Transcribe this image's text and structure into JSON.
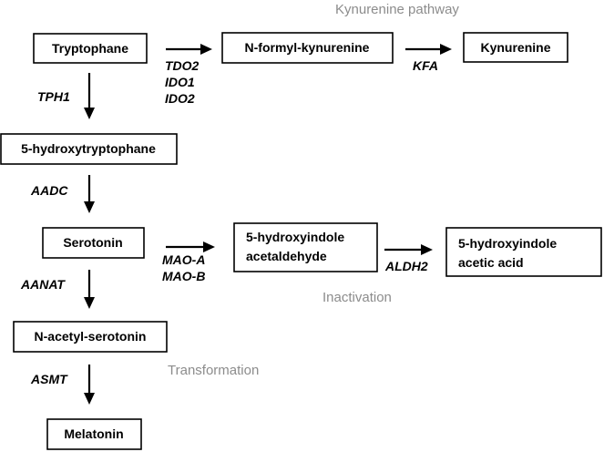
{
  "sections": {
    "kynurenine": "Kynurenine  pathway",
    "inactivation": "Inactivation",
    "transformation": "Transformation"
  },
  "nodes": {
    "tryptophane": "Tryptophane",
    "n_formyl_kynurenine": "N-formyl-kynurenine",
    "kynurenine": "Kynurenine",
    "hydroxytryptophane": "5-hydroxytryptophane",
    "serotonin": "Serotonin",
    "hiaa_aldehyde_line1": "5-hydroxyindole",
    "hiaa_aldehyde_line2": "acetaldehyde",
    "hiaa_acid_line1": "5-hydroxyindole",
    "hiaa_acid_line2": "acetic acid",
    "n_acetyl_serotonin": "N-acetyl-serotonin",
    "melatonin": "Melatonin"
  },
  "enzymes": {
    "tdo2": "TDO2",
    "ido1": "IDO1",
    "ido2": "IDO2",
    "kfa": "KFA",
    "tph1": "TPH1",
    "aadc": "AADC",
    "mao_a": "MAO-A",
    "mao_b": "MAO-B",
    "aldh2": "ALDH2",
    "aanat": "AANAT",
    "asmt": "ASMT"
  }
}
